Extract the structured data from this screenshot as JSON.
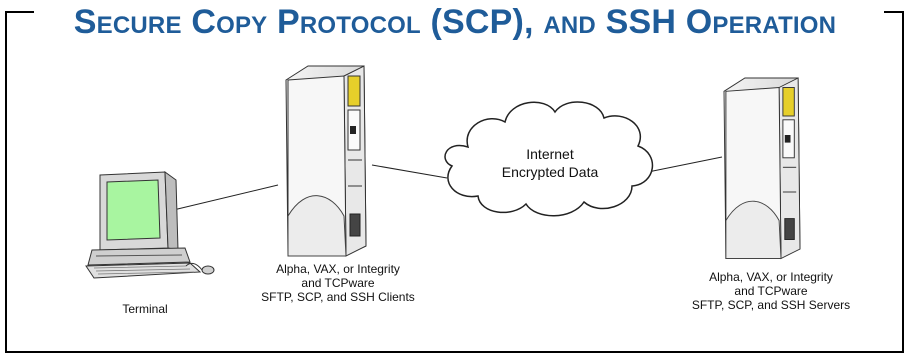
{
  "title": "Secure Copy Protocol (SCP), and SSH Operation",
  "cloud": {
    "line1": "Internet",
    "line2": "Encrypted Data"
  },
  "labels": {
    "terminal": "Terminal",
    "client": [
      "Alpha, VAX, or Integrity",
      "and TCPware",
      "SFTP, SCP,  and SSH Clients"
    ],
    "server": [
      "Alpha, VAX, or Integrity",
      "and TCPware",
      "SFTP, SCP,  and SSH Servers"
    ]
  },
  "icons": {
    "terminal": "computer-terminal-icon",
    "client": "server-tower-icon",
    "server": "server-tower-icon",
    "cloud": "internet-cloud-icon"
  },
  "colors": {
    "title": "#1f5c99",
    "screen": "#a8f5a0",
    "frame": "#000000",
    "server_accent": "#e6cf2a"
  }
}
